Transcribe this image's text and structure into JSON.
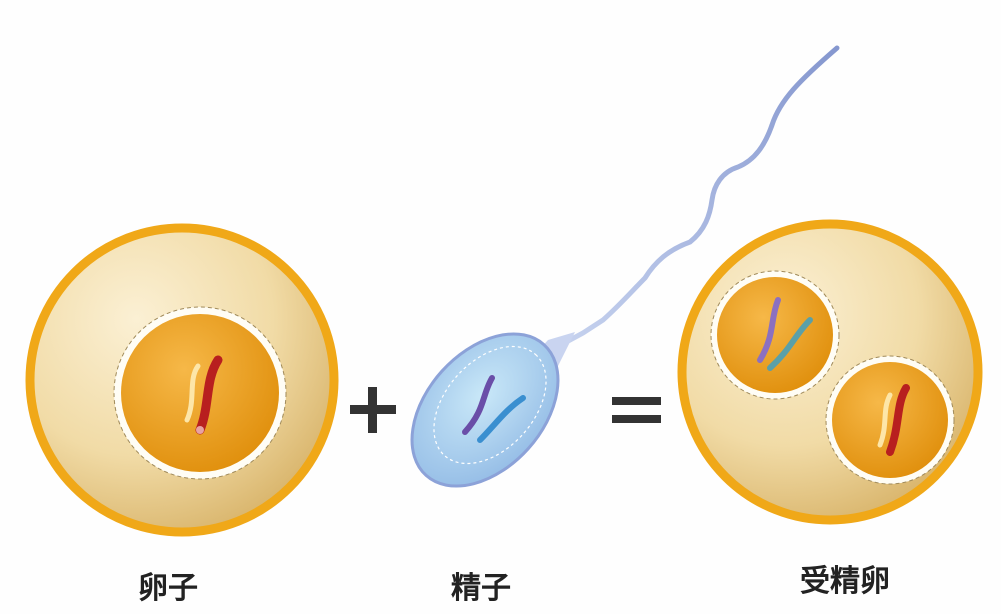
{
  "labels": {
    "egg": "卵子",
    "sperm": "精子",
    "zygote": "受精卵"
  },
  "operators": {
    "plus": "+",
    "equals": "="
  },
  "colors": {
    "membrane": "#f0a818",
    "cytoplasm": "#f3dfae",
    "nucleus": "#f2a521",
    "maternal_chromosome": "#b81f1f",
    "maternal_chromosome_light": "#fde6a8",
    "sperm_head": "#b8def4",
    "paternal_chromosome_purple": "#6a4ea8",
    "paternal_chromosome_blue": "#3a8fd0"
  }
}
